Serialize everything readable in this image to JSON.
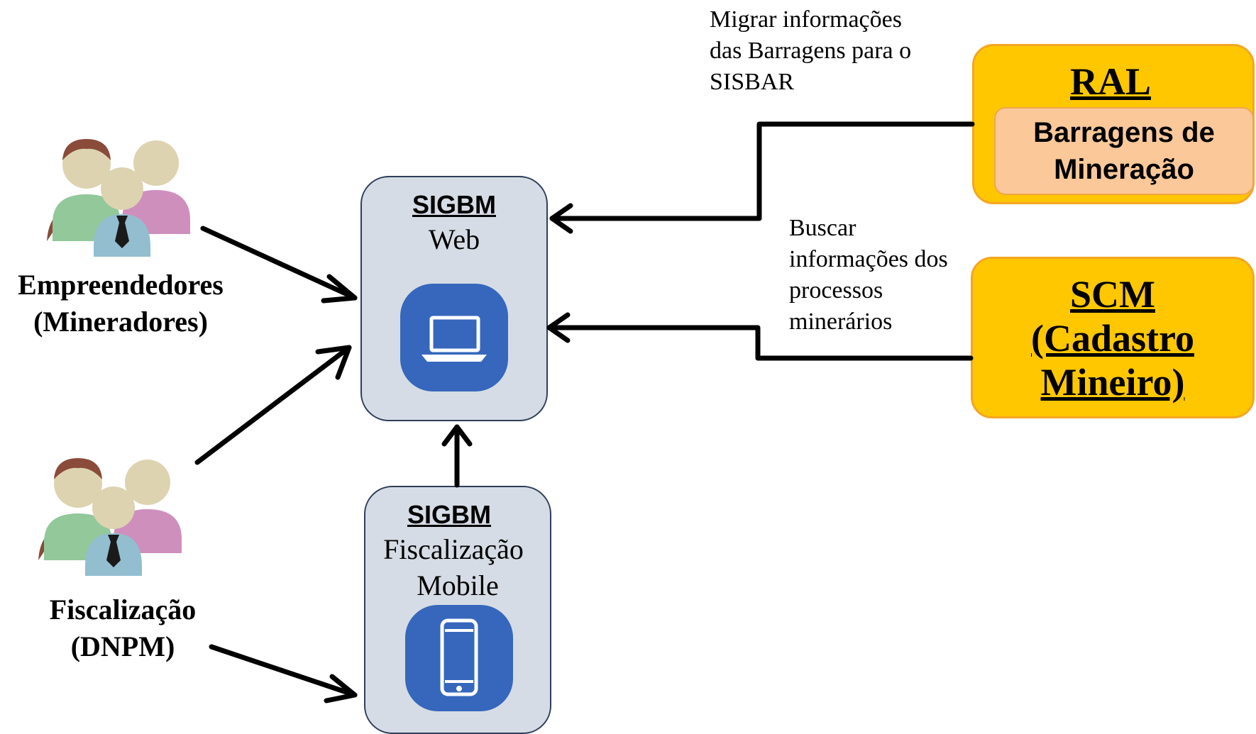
{
  "actors": {
    "empreendedores": {
      "label_line1": "Empreendedores",
      "label_line2": "(Mineradores)"
    },
    "fiscalizacao": {
      "label_line1": "Fiscalização",
      "label_line2": "(DNPM)"
    }
  },
  "systems": {
    "web": {
      "title": "SIGBM",
      "subtitle": "Web",
      "icon": "laptop-icon"
    },
    "mobile": {
      "title": "SIGBM",
      "subtitle_line1": "Fiscalização",
      "subtitle_line2": "Mobile",
      "icon": "smartphone-icon"
    }
  },
  "external": {
    "ral": {
      "title": "RAL",
      "inner_line1": "Barragens de",
      "inner_line2": "Mineração"
    },
    "scm": {
      "title_line1": "SCM",
      "title_line2": "(Cadastro",
      "title_line3": "Mineiro)"
    }
  },
  "notes": {
    "migrar": {
      "line1": "Migrar informações",
      "line2": "das Barragens para o",
      "line3": "SISBAR"
    },
    "buscar": {
      "line1": "Buscar",
      "line2": "informações dos",
      "line3": "processos",
      "line4": "minerários"
    }
  },
  "colors": {
    "system_fill": "#d6dce5",
    "system_border": "#2f3f5a",
    "icon_fill": "#3667bc",
    "external_fill": "#ffc700",
    "external_border": "#f5a623",
    "inner_fill": "#fbc89a"
  }
}
